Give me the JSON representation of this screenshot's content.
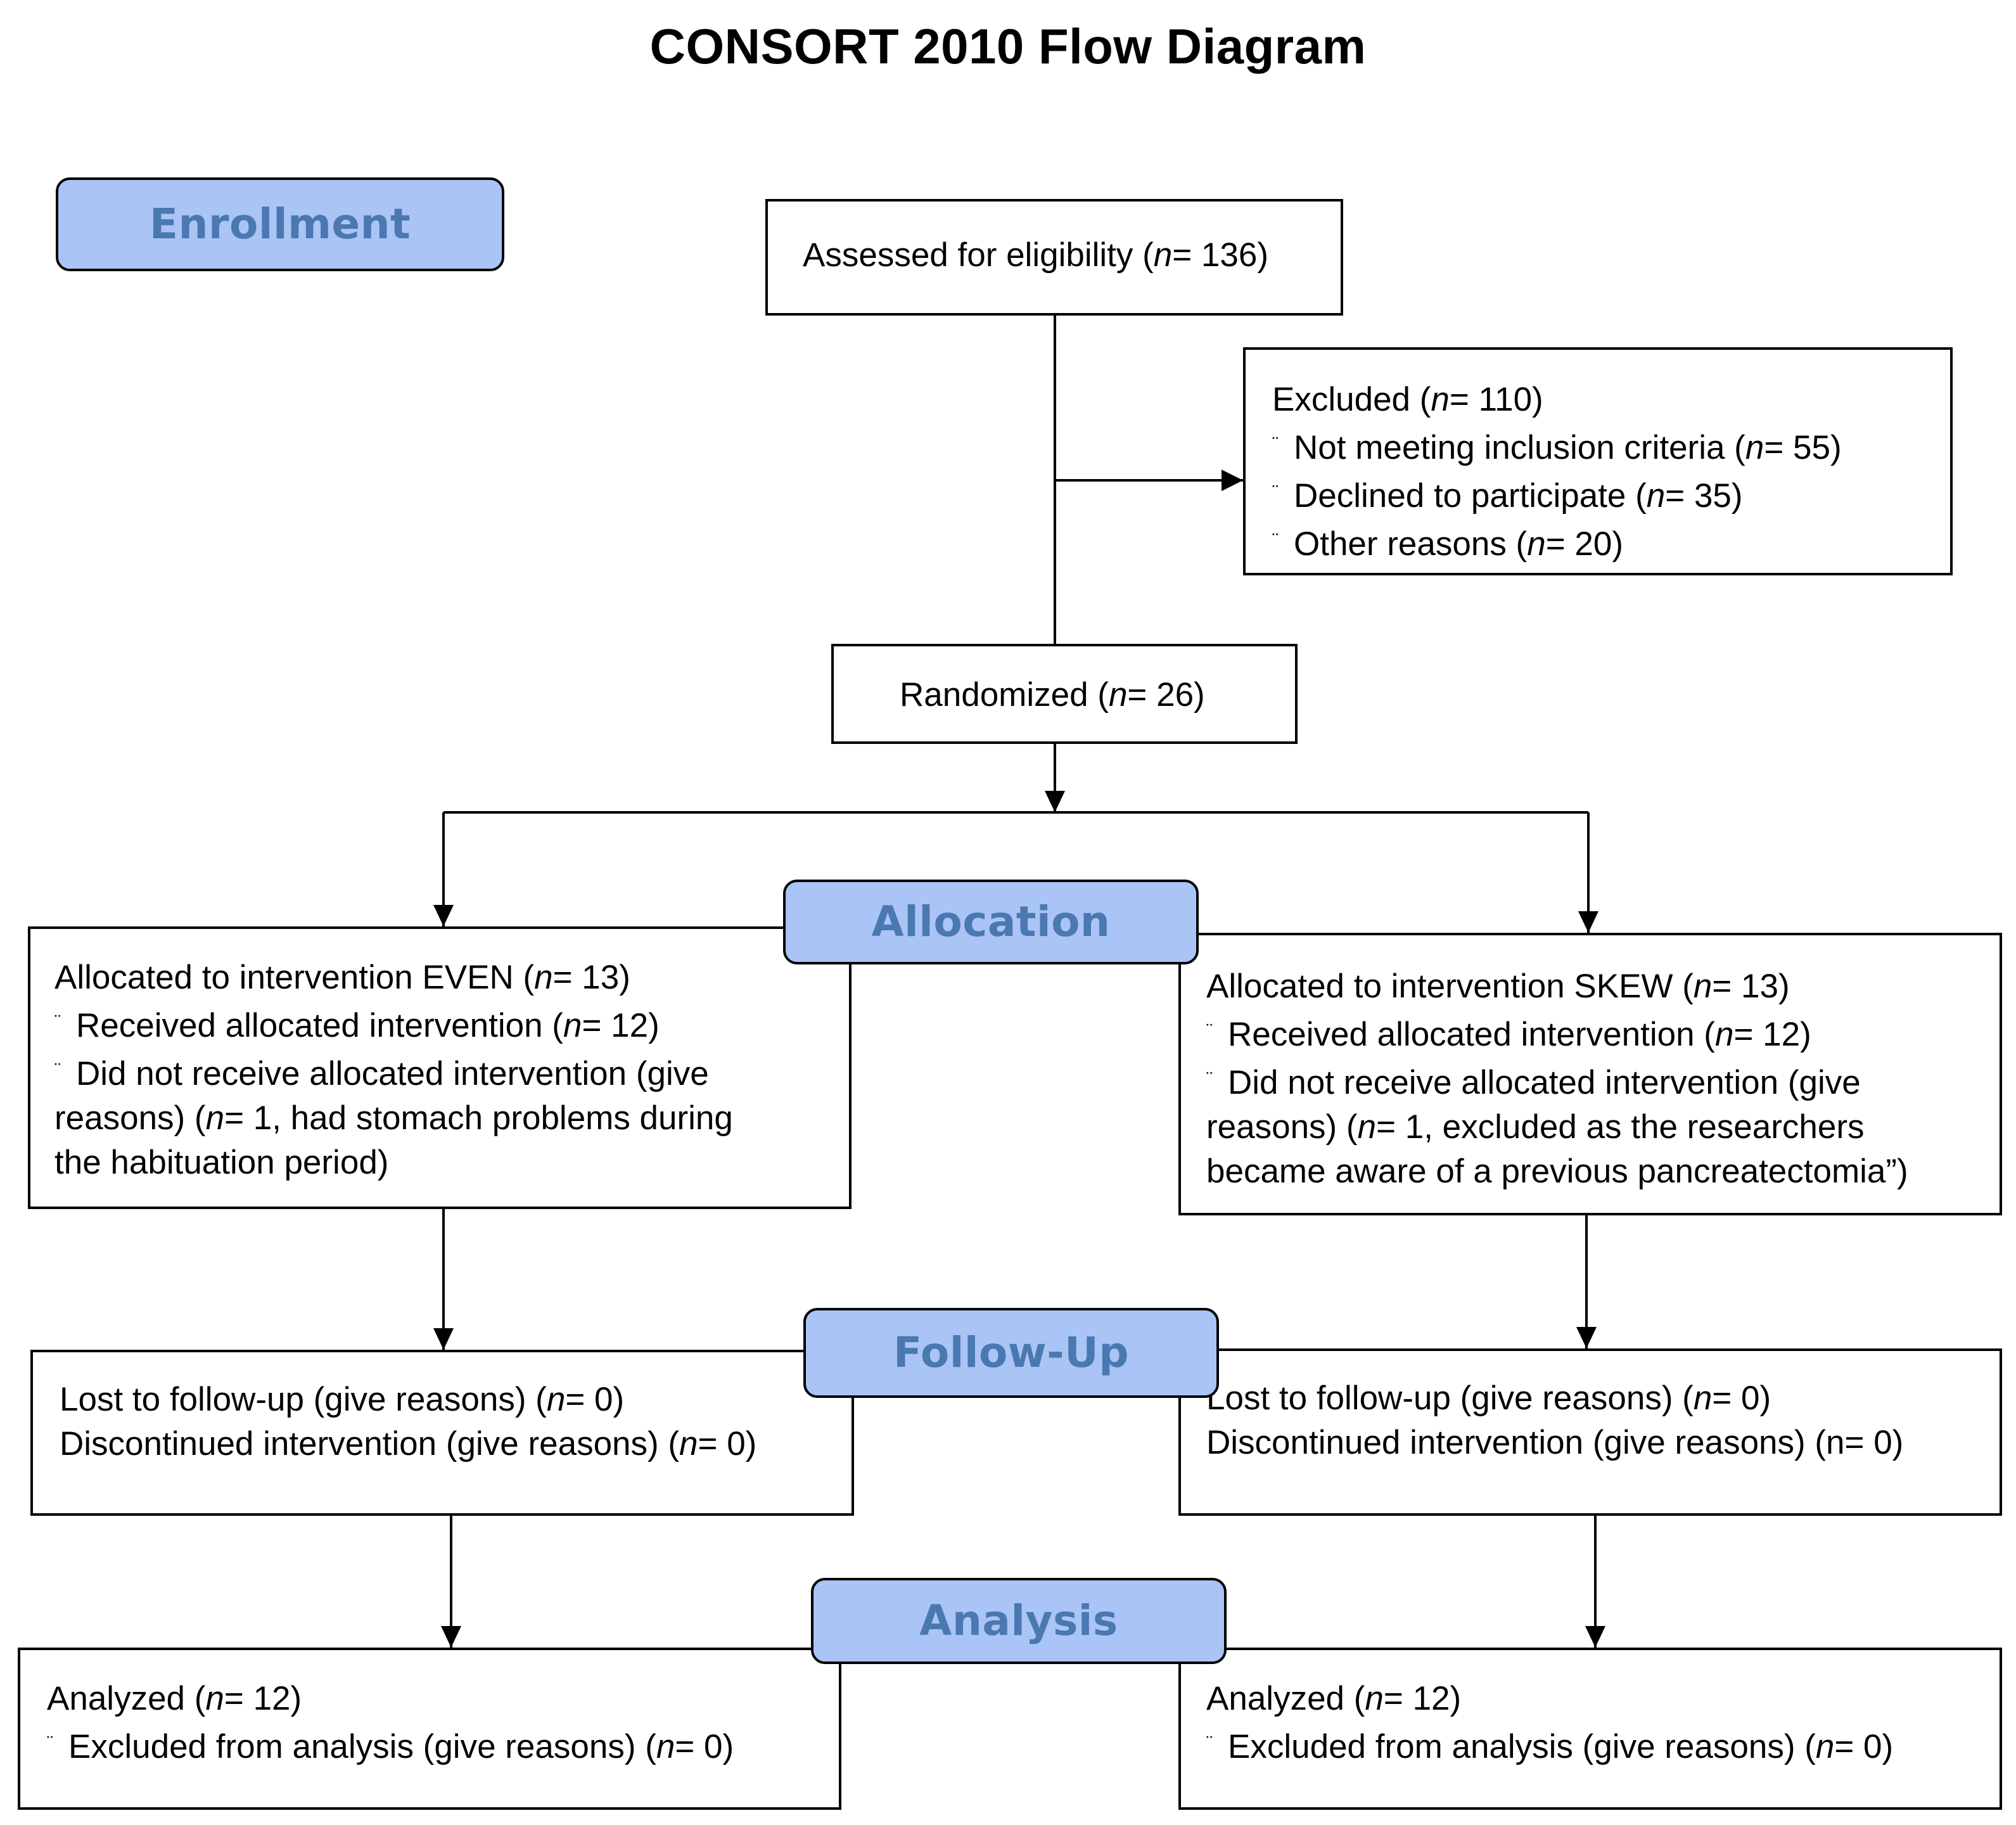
{
  "title": "CONSORT 2010 Flow Diagram",
  "stages": {
    "enrollment": "Enrollment",
    "allocation": "Allocation",
    "follow_up": "Follow-Up",
    "analysis": "Analysis"
  },
  "bullet": "¨",
  "assessed": {
    "pre": "Assessed for eligibility (",
    "n": "n",
    "post": "= 136)"
  },
  "excluded": {
    "header": {
      "pre": "Excluded (",
      "n": "n",
      "post": "= 110)"
    },
    "items": [
      {
        "pre": "Not meeting inclusion criteria (",
        "n": "n",
        "post": "= 55)"
      },
      {
        "pre": "Declined to participate (",
        "n": "n",
        "post": "= 35)"
      },
      {
        "pre": "Other reasons (",
        "n": "n",
        "post": "= 20)"
      }
    ]
  },
  "randomized": {
    "pre": "Randomized (",
    "n": "n",
    "post": "= 26)"
  },
  "allocation_even": {
    "header": {
      "pre": "Allocated to intervention EVEN (",
      "n": "n",
      "post": "= 13)"
    },
    "received": {
      "pre": "Received allocated intervention (",
      "n": "n",
      "post": "= 12)"
    },
    "not_received": {
      "line1": "Did not receive allocated intervention (give",
      "line2_pre": "reasons) (",
      "n": "n",
      "line2_post": "= 1, had stomach problems during",
      "line3": "the habituation period)"
    }
  },
  "allocation_skew": {
    "header": {
      "pre": "Allocated to intervention SKEW (",
      "n": "n",
      "post": "= 13)"
    },
    "received": {
      "pre": "Received allocated intervention (",
      "n": "n",
      "post": "= 12)"
    },
    "not_received": {
      "line1": "Did not receive allocated intervention (give",
      "line2_pre": "reasons) (",
      "n": "n",
      "line2_post": "= 1, excluded as the researchers",
      "line3": "became aware of a previous pancreatectomia”)"
    }
  },
  "followup_even": {
    "lost": {
      "pre": "Lost to follow-up (give reasons) (",
      "n": "n",
      "post": "= 0)"
    },
    "discontinued": {
      "pre": "Discontinued intervention (give reasons) (",
      "n": "n",
      "post": "= 0)"
    }
  },
  "followup_skew": {
    "lost": {
      "pre": "Lost to follow-up (give reasons) (",
      "n": "n",
      "post": "= 0)"
    },
    "discontinued": "Discontinued intervention (give reasons) (n= 0)"
  },
  "analysis_even": {
    "analyzed": {
      "pre": "Analyzed (",
      "n": "n",
      "post": "= 12)"
    },
    "excluded": {
      "pre": "Excluded from analysis (give reasons) (",
      "n": "n",
      "post": "= 0)"
    }
  },
  "analysis_skew": {
    "analyzed": {
      "pre": "Analyzed (",
      "n": "n",
      "post": "= 12)"
    },
    "excluded": {
      "pre": "Excluded from analysis (give reasons) (",
      "n": "n",
      "post": "= 0)"
    }
  }
}
